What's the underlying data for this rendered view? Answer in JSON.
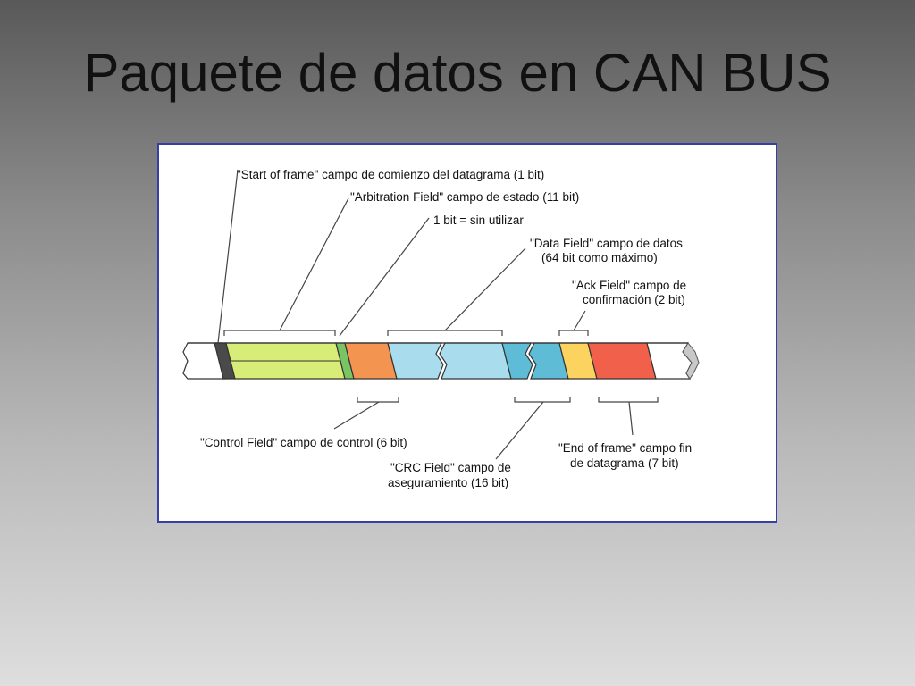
{
  "slide": {
    "title": "Paquete de datos en CAN BUS"
  },
  "diagram": {
    "labels": {
      "start_of_frame": "\"Start of frame\" campo de comienzo del datagrama (1 bit)",
      "arbitration": "\"Arbitration Field\" campo de estado (11 bit)",
      "unused_bit": "1 bit = sin utilizar",
      "data_field_1": "\"Data Field\" campo de datos",
      "data_field_2": "(64 bit como máximo)",
      "ack_field_1": "\"Ack Field\" campo de",
      "ack_field_2": "confirmación (2 bit)",
      "control_field": "\"Control Field\" campo de control (6 bit)",
      "crc_field_1": "\"CRC Field\" campo de",
      "crc_field_2": "aseguramiento (16 bit)",
      "end_of_frame_1": "\"End of frame\" campo fin",
      "end_of_frame_2": "de datagrama (7 bit)"
    },
    "colors": {
      "start_of_frame": "#4a4a4a",
      "arbitration": "#d8ec78",
      "unused_bit": "#79c463",
      "control": "#f39450",
      "data": "#a9dcec",
      "crc": "#5fbcd6",
      "ack": "#fbd35e",
      "end_of_frame": "#f0604a",
      "idle": "#ffffff",
      "frame_border": "#3440a8"
    }
  }
}
